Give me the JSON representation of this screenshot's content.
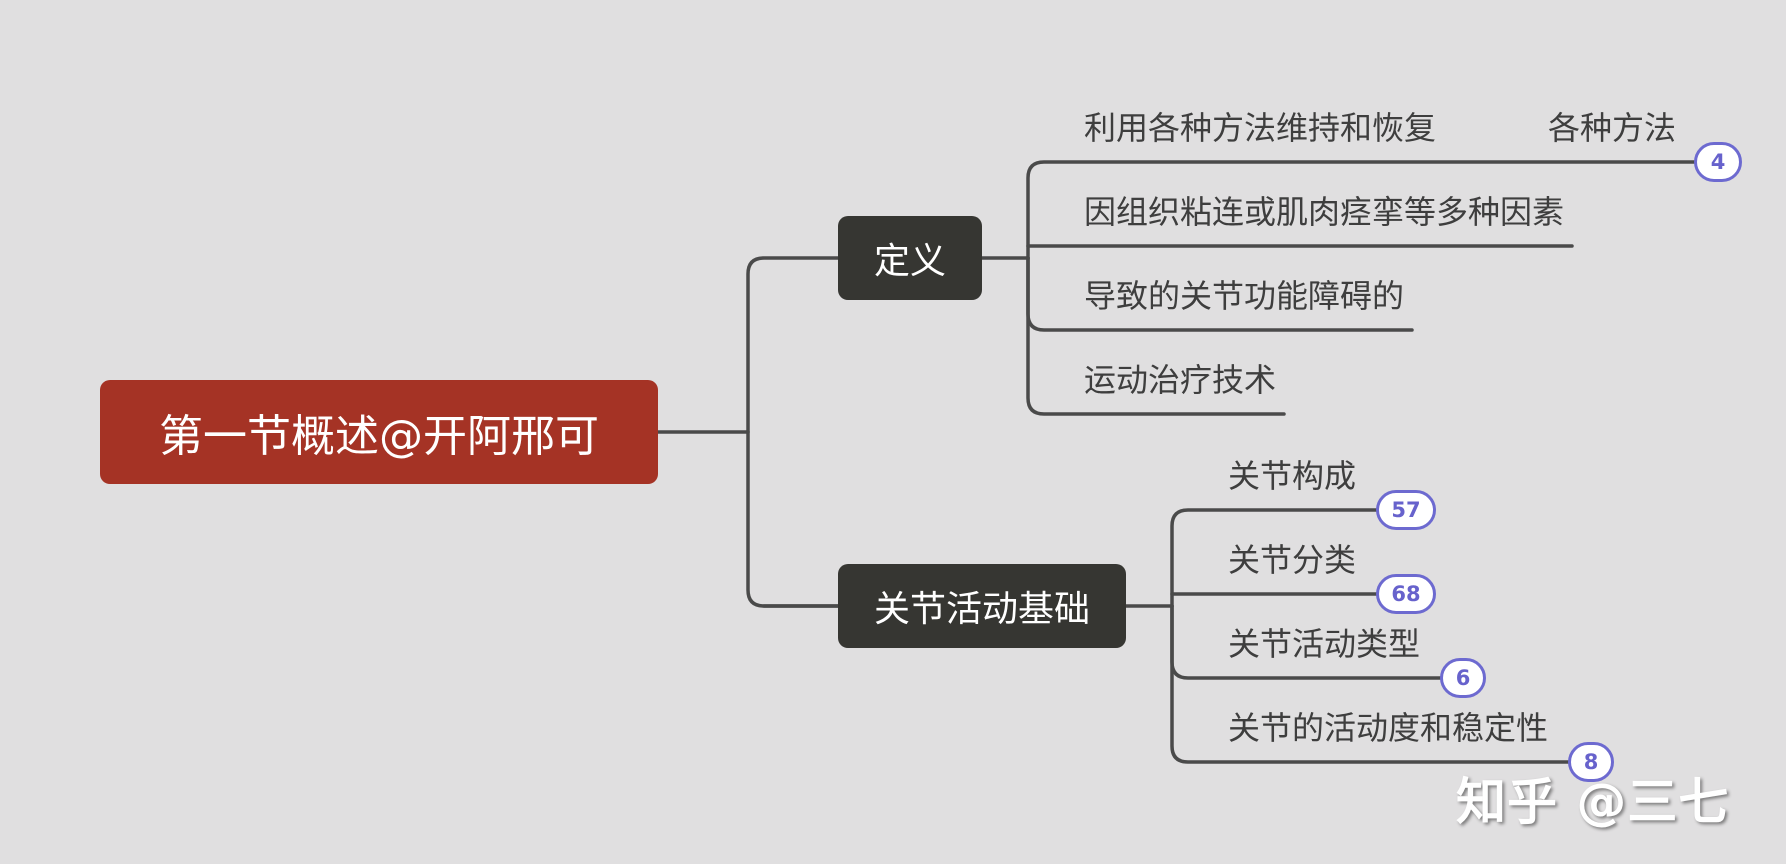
{
  "colors": {
    "background": "#e0dfe0",
    "root_fill": "#a53325",
    "branch_fill": "#363632",
    "connector": "#4a4a4a",
    "badge_border": "#6d6ad0",
    "badge_text": "#6762cc",
    "leaf_text": "#3e3e3e"
  },
  "root": {
    "label": "第一节概述@开阿邢可"
  },
  "definition": {
    "label": "定义",
    "items": [
      {
        "text": "利用各种方法维持和恢复",
        "note": "各种方法",
        "badge": "4"
      },
      {
        "text": "因组织粘连或肌肉痉挛等多种因素"
      },
      {
        "text": "导致的关节功能障碍的"
      },
      {
        "text": "运动治疗技术"
      }
    ]
  },
  "joint_basics": {
    "label": "关节活动基础",
    "items": [
      {
        "text": "关节构成",
        "badge": "57"
      },
      {
        "text": "关节分类",
        "badge": "68"
      },
      {
        "text": "关节活动类型",
        "badge": "6"
      },
      {
        "text": "关节的活动度和稳定性",
        "badge": "8"
      }
    ]
  },
  "watermark": "知乎 @三七"
}
